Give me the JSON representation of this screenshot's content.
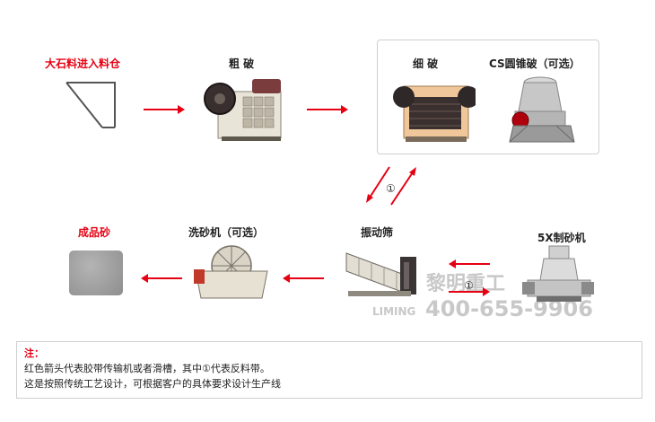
{
  "nodes": {
    "feed_bin": "大石料进入料仓",
    "primary_crush": "粗 破",
    "fine_crush": "细 破",
    "cs_cone": "CS圆锥破（可选）",
    "vibrating_screen": "振动筛",
    "sand_washer": "洗砂机（可选）",
    "finished_sand": "成品砂",
    "sand_maker": "5X制砂机"
  },
  "return_marker": "①",
  "watermark": {
    "brand_cn": "黎明重工",
    "brand_en": "LIMING",
    "phone": "400-655-9906"
  },
  "note": {
    "title": "注：",
    "line1": "红色箭头代表胶带传输机或者滑槽，其中①代表反料带。",
    "line2": "这是按照传统工艺设计，可根据客户的具体要求设计生产线"
  },
  "colors": {
    "accent": "#e60012",
    "border": "#cfcfcf"
  }
}
